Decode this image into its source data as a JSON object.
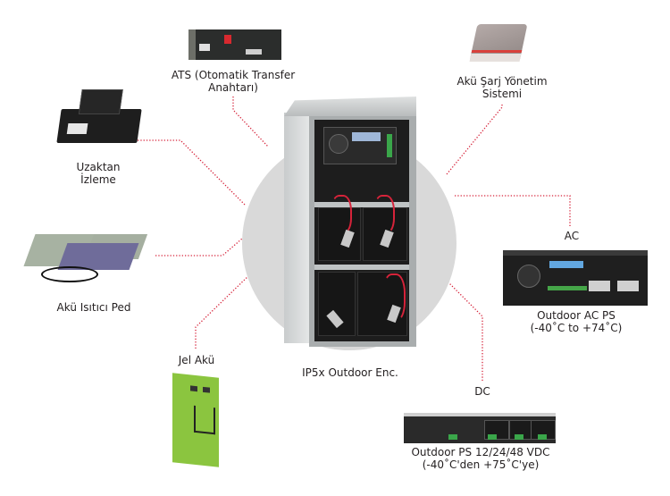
{
  "diagram": {
    "center": {
      "name": "IP5x Outdoor Enc.",
      "circle_color": "#d9d9d9"
    },
    "connector_color": "#d6233a",
    "components": [
      {
        "id": "ats",
        "lines": [
          "ATS (Otomatik Transfer",
          "Anahtarı)"
        ]
      },
      {
        "id": "bms",
        "lines": [
          "Akü Şarj Yönetim",
          "Sistemi"
        ]
      },
      {
        "id": "remote",
        "lines": [
          "Uzaktan",
          "İzleme"
        ]
      },
      {
        "id": "heater",
        "lines": [
          "Akü Isıtıcı Ped"
        ]
      },
      {
        "id": "gel",
        "lines": [
          "Jel Akü"
        ]
      },
      {
        "id": "ac",
        "heading": "AC",
        "lines": [
          "Outdoor AC PS",
          "(-40˚C to +74˚C)"
        ]
      },
      {
        "id": "dc",
        "heading": "DC",
        "lines": [
          "Outdoor PS 12/24/48 VDC",
          "(-40˚C'den +75˚C'ye)"
        ]
      }
    ]
  }
}
